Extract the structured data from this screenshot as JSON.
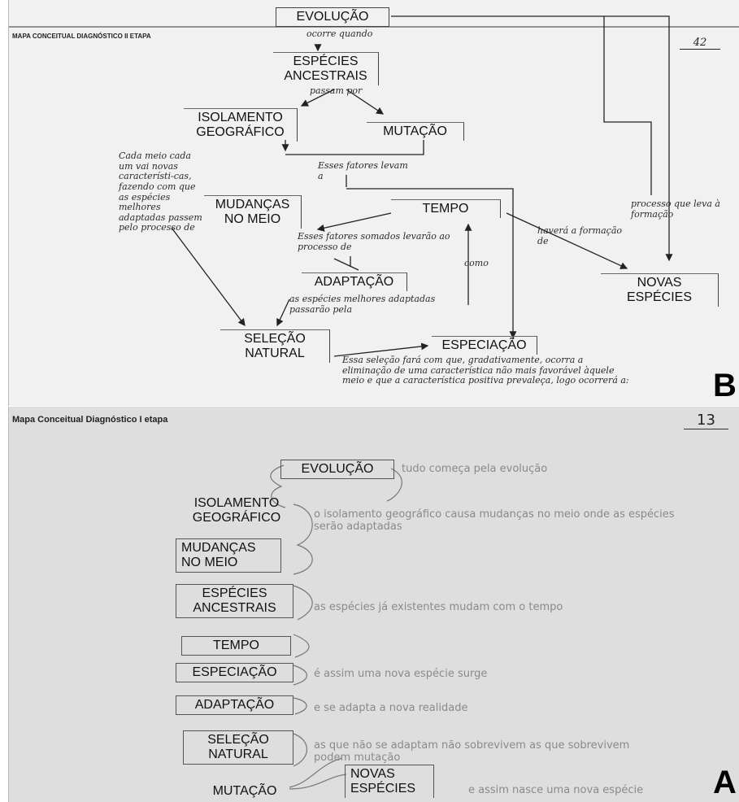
{
  "panel_b": {
    "header": "MAPA CONCEITUAL DIAGNÓSTICO II ETAPA",
    "page_number": "42",
    "corner_letter": "B",
    "nodes": {
      "evolucao": "EVOLUÇÃO",
      "especies_ancestrais": "ESPÉCIES ANCESTRAIS",
      "isolamento_geografico": "ISOLAMENTO GEOGRÁFICO",
      "mutacao": "MUTAÇÃO",
      "mudancas_no_meio": "MUDANÇAS NO MEIO",
      "tempo": "TEMPO",
      "adaptacao": "ADAPTAÇÃO",
      "novas_especies": "NOVAS ESPÉCIES",
      "selecao_natural": "SELEÇÃO NATURAL",
      "especiacao": "ESPECIAÇÃO"
    },
    "links": {
      "ocorre_quando": "ocorre quando",
      "passam_por": "passam por",
      "esses_fatores_levam": "Esses fatores levam a",
      "cada_meio": "Cada meio cada um vai novas característi-cas, fazendo com que as espécies melhores adaptadas passem pelo processo de",
      "esses_fatores_somados": "Esses fatores somados levarão ao processo de",
      "havera_formacao": "haverá a formação de",
      "processo_leva": "processo que leva à formação",
      "como": "como",
      "especies_melhores": "as espécies melhores adaptadas passarão pela",
      "essa_selecao": "Essa seleção fará com que, gradativamente, ocorra a eliminação de uma característica não mais favorável àquele meio e que a característica positiva prevaleça, logo ocorrerá a:"
    }
  },
  "panel_a": {
    "header": "Mapa Conceitual Diagnóstico I etapa",
    "page_number": "13",
    "corner_letter": "A",
    "nodes": {
      "evolucao": "EVOLUÇÃO",
      "isolamento_geografico": "ISOLAMENTO GEOGRÁFICO",
      "mudancas_no_meio": "MUDANÇAS NO MEIO",
      "especies_ancestrais": "ESPÉCIES ANCESTRAIS",
      "tempo": "TEMPO",
      "especiacao": "ESPECIAÇÃO",
      "adaptacao": "ADAPTAÇÃO",
      "selecao_natural": "SELEÇÃO NATURAL",
      "mutacao": "MUTAÇÃO",
      "novas_especies": "NOVAS ESPÉCIES"
    },
    "notes": {
      "tudo_comeca": "tudo começa pela evolução",
      "isolamento": "o isolamento geográfico causa mudanças no meio onde as espécies serão adaptadas",
      "especies_modificam": "as espécies já existentes mudam com o tempo",
      "assim_surge": "é assim uma nova espécie surge",
      "se_adapta": "e se adapta a nova realidade",
      "nao_adaptam": "as que não se adaptam não sobrevivem as que sobrevivem podem mutação",
      "assim_nasce": "e assim nasce uma nova espécie"
    }
  }
}
